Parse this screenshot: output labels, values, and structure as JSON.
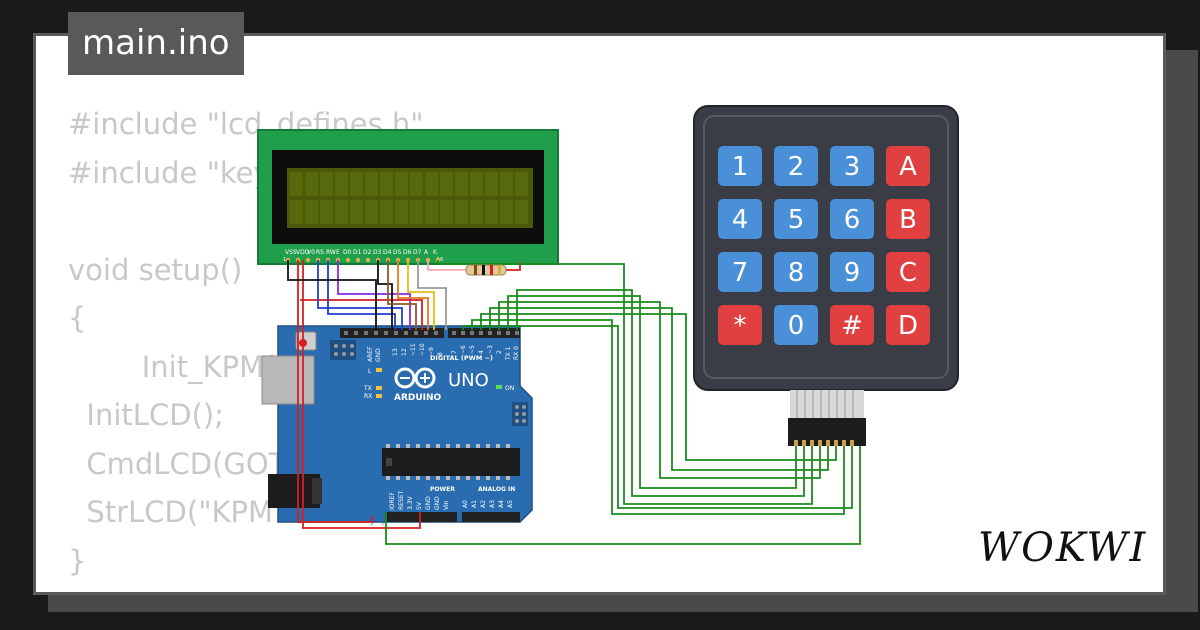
{
  "file_tab": {
    "name": "main.ino"
  },
  "code": {
    "lines": [
      "#include \"lcd_defines.h\"",
      "#include \"keypad_defines.h\"",
      "",
      "void setup()",
      "{",
      "        Init_KPM();",
      "  InitLCD();",
      "  CmdLCD(GOTO_LINE1_POS0);",
      "  StrLCD(\"KPM TEST\");",
      "}"
    ]
  },
  "keypad": {
    "keys": [
      [
        "1",
        "2",
        "3",
        "A"
      ],
      [
        "4",
        "5",
        "6",
        "B"
      ],
      [
        "7",
        "8",
        "9",
        "C"
      ],
      [
        "*",
        "0",
        "#",
        "D"
      ]
    ],
    "colors": {
      "number": "#4a90d9",
      "letter": "#e04040",
      "body": "#3a3d45"
    }
  },
  "lcd": {
    "pin_labels": [
      "VSS",
      "VDD",
      "V0",
      "RS",
      "RW",
      "E",
      "D0",
      "D1",
      "D2",
      "D3",
      "D4",
      "D5",
      "D6",
      "D7",
      "A",
      "K"
    ],
    "pin_first": "1",
    "pin_last": "16",
    "colors": {
      "pcb": "#1f9e4c",
      "screen": "#4a5a0a"
    }
  },
  "arduino": {
    "logo_text": "UNO",
    "brand": "ARDUINO",
    "digital_header": "DIGITAL (PWM ~)",
    "digital_pins": [
      "AREF",
      "GND",
      "13",
      "12",
      "~11",
      "~10",
      "~9",
      "8",
      "7",
      "~6",
      "~5",
      "4",
      "~3",
      "2",
      "TX 1",
      "RX 0"
    ],
    "led_labels": [
      "L",
      "TX",
      "RX"
    ],
    "on_label": "ON",
    "power_header": "POWER",
    "power_pins": [
      "IOREF",
      "RESET",
      "3.3V",
      "5V",
      "GND",
      "GND",
      "Vin"
    ],
    "analog_header": "ANALOG IN",
    "analog_pins": [
      "A0",
      "A1",
      "A2",
      "A3",
      "A4",
      "A5"
    ],
    "colors": {
      "board": "#2a6cb0"
    }
  },
  "brand_mark": "WOKWI"
}
